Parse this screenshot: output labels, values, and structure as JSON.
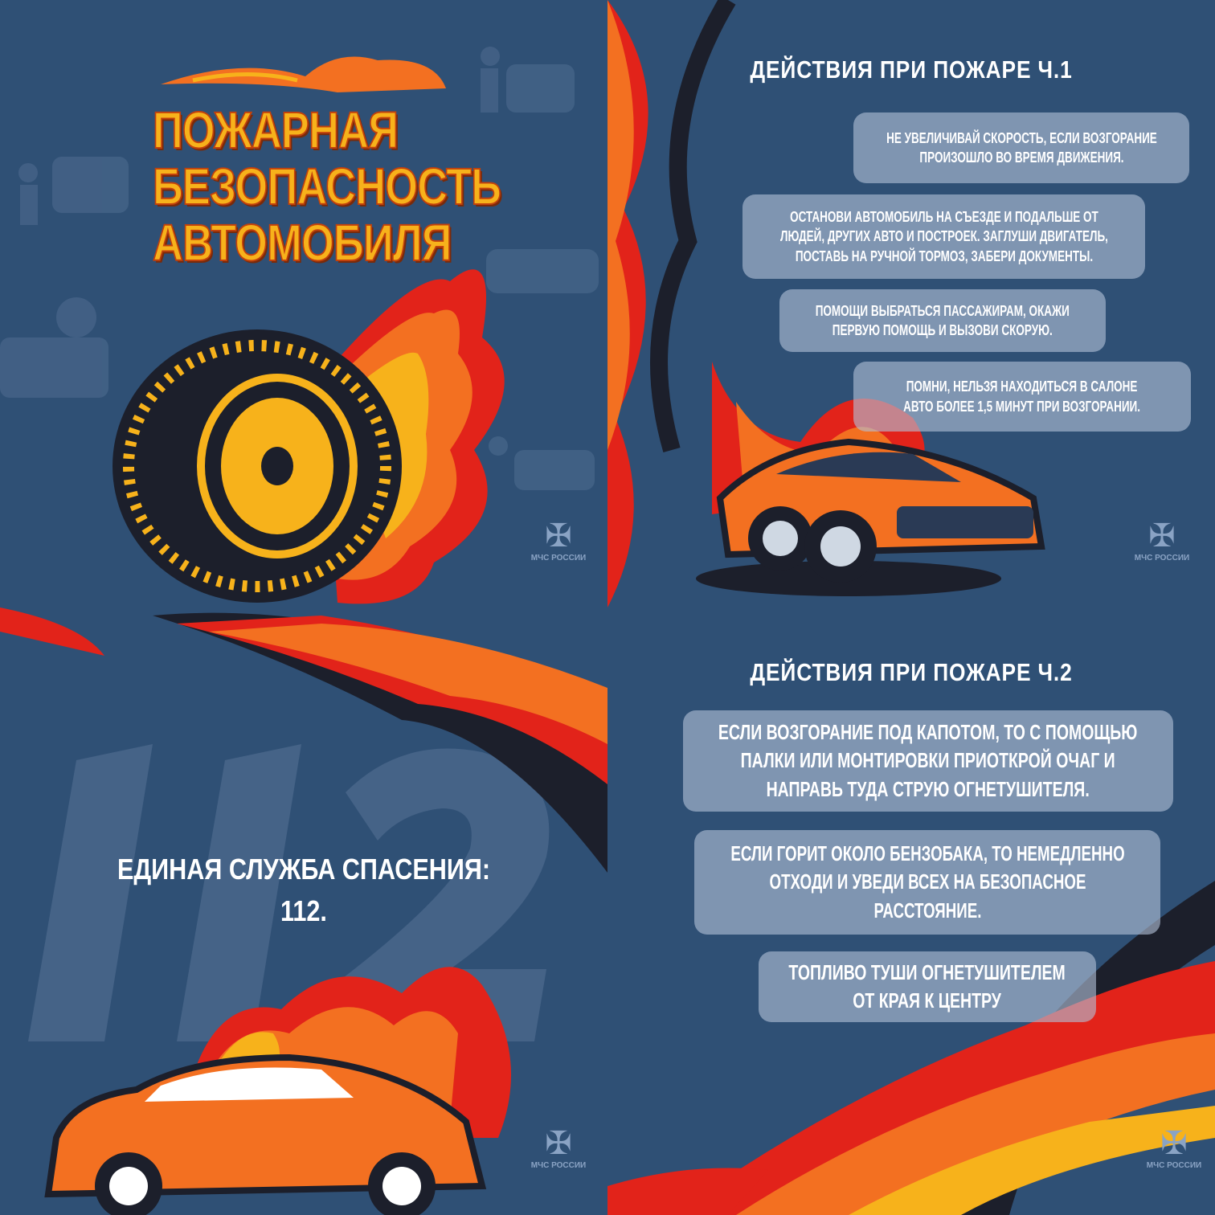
{
  "panel1": {
    "title_lines": [
      "ПОЖАРНАЯ",
      "БЕЗОПАСНОСТЬ",
      "АВТОМОБИЛЯ"
    ],
    "emblem_label": "МЧС РОССИИ"
  },
  "panel2": {
    "heading": "ДЕЙСТВИЯ ПРИ ПОЖАРЕ Ч.1",
    "items": [
      "НЕ УВЕЛИЧИВАЙ СКОРОСТЬ, ЕСЛИ ВОЗГОРАНИЕ\nПРОИЗОШЛО ВО ВРЕМЯ ДВИЖЕНИЯ.",
      "ОСТАНОВИ АВТОМОБИЛЬ НА СЪЕЗДЕ И ПОДАЛЬШЕ ОТ\nЛЮДЕЙ, ДРУГИХ АВТО И ПОСТРОЕК. ЗАГЛУШИ ДВИГАТЕЛЬ,\nПОСТАВЬ НА РУЧНОЙ ТОРМОЗ, ЗАБЕРИ ДОКУМЕНТЫ.",
      "ПОМОЩИ ВЫБРАТЬСЯ ПАССАЖИРАМ, ОКАЖИ\nПЕРВУЮ ПОМОЩЬ И ВЫЗОВИ СКОРУЮ.",
      "ПОМНИ, НЕЛЬЗЯ НАХОДИТЬСЯ В САЛОНЕ\nАВТО БОЛЕЕ 1,5 МИНУТ ПРИ ВОЗГОРАНИИ."
    ],
    "emblem_label": "МЧС РОССИИ"
  },
  "panel3": {
    "watermark": "112",
    "line1": "ЕДИНАЯ СЛУЖБА СПАСЕНИЯ:",
    "line2": "112.",
    "emblem_label": "МЧС РОССИИ"
  },
  "panel4": {
    "heading": "ДЕЙСТВИЯ ПРИ ПОЖАРЕ Ч.2",
    "items": [
      "ЕСЛИ ВОЗГОРАНИЕ ПОД КАПОТОМ, ТО С ПОМОЩЬЮ\nПАЛКИ ИЛИ МОНТИРОВКИ ПРИОТКРОЙ ОЧАГ И\nНАПРАВЬ ТУДА СТРУЮ ОГНЕТУШИТЕЛЯ.",
      "ЕСЛИ ГОРИТ ОКОЛО БЕНЗОБАКА, ТО НЕМЕДЛЕННО\nОТХОДИ И УВЕДИ ВСЕХ НА БЕЗОПАСНОЕ\nРАССТОЯНИЕ.",
      "ТОПЛИВО ТУШИ ОГНЕТУШИТЕЛЕМ\nОТ КРАЯ К ЦЕНТРУ"
    ],
    "emblem_label": "МЧС РОССИИ"
  },
  "colors": {
    "background": "#2f5075",
    "box": "#b2c0d6",
    "flame_red": "#e2231a",
    "flame_orange": "#f37021",
    "flame_yellow": "#f7b21b",
    "dark": "#1c1f2b"
  }
}
